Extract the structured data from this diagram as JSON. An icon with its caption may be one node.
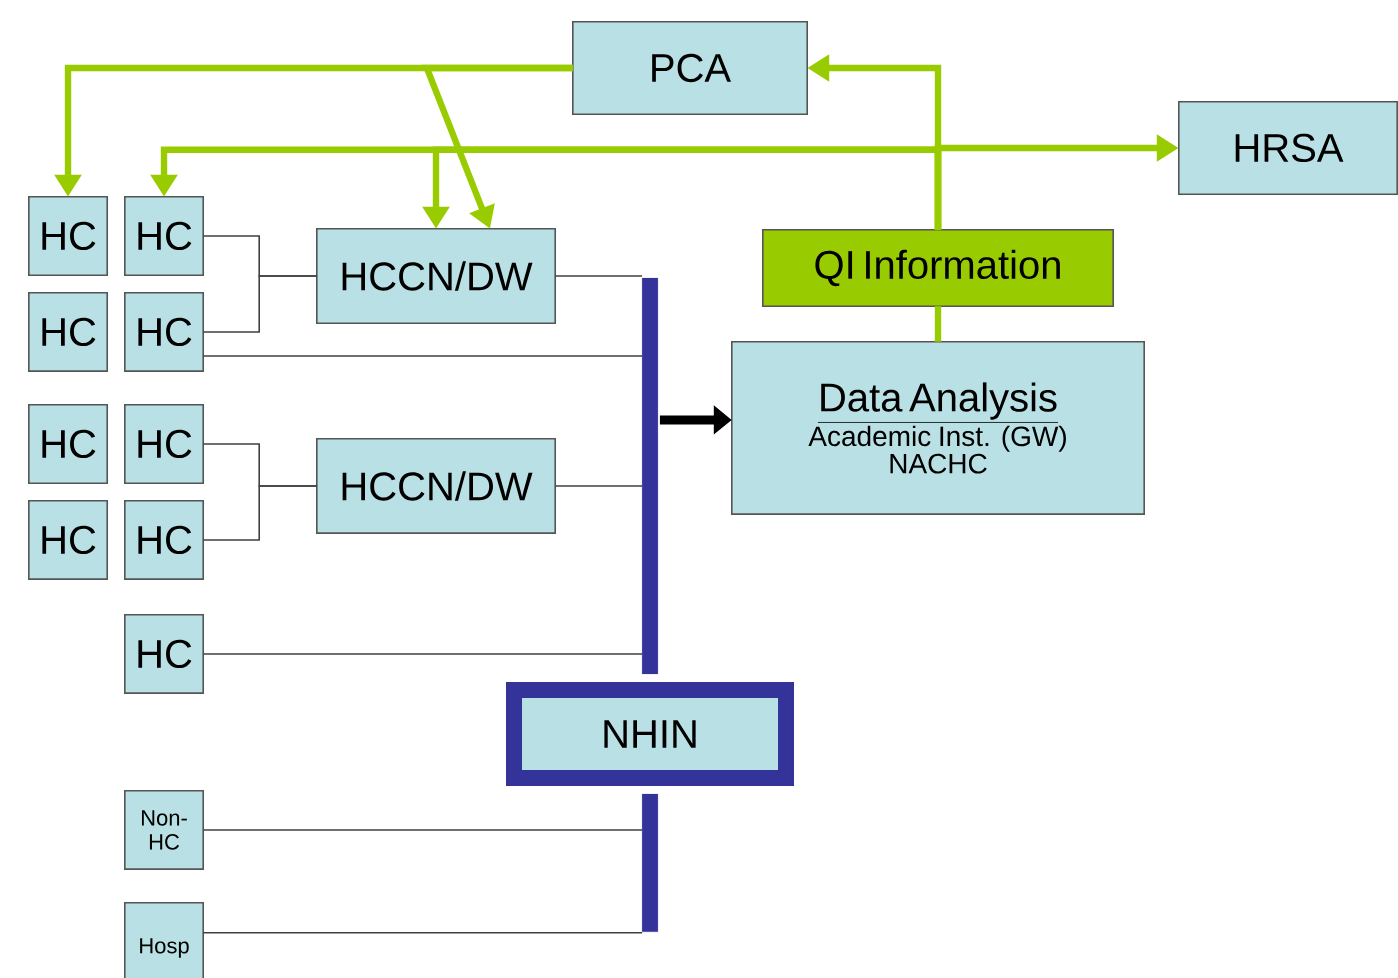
{
  "diagram": {
    "nodes": [
      {
        "text": [
          "PCA"
        ]
      },
      {
        "text": [
          "HRSA"
        ]
      },
      {
        "text": [
          "QI Information"
        ]
      },
      {
        "text": [
          "Data Analysis",
          "Academic Inst. (GW)",
          "NACHC"
        ]
      },
      {
        "text": [
          "HC"
        ]
      },
      {
        "text": [
          "HC"
        ]
      },
      {
        "text": [
          "HCCN/DW"
        ]
      },
      {
        "text": [
          "HC"
        ]
      },
      {
        "text": [
          "HC"
        ]
      },
      {
        "text": [
          "HC"
        ]
      },
      {
        "text": [
          "HC"
        ]
      },
      {
        "text": [
          "HCCN/DW"
        ]
      },
      {
        "text": [
          "HC"
        ]
      },
      {
        "text": [
          "HC"
        ]
      },
      {
        "text": [
          "HC"
        ]
      },
      {
        "text": [
          "NHIN"
        ]
      },
      {
        "text": [
          "Non-HC"
        ]
      },
      {
        "text": [
          "Hosp"
        ]
      },
      {
        "text": [],
        "shape": "bar"
      },
      {
        "text": [],
        "shape": "bar"
      }
    ],
    "edges": [
      {
        "from": 0,
        "to": 4,
        "arrow": "to",
        "style": "thick",
        "color": "#99cc00"
      },
      {
        "from": 0,
        "to": 6,
        "arrow": "to",
        "style": "thick",
        "color": "#99cc00"
      },
      {
        "from": 2,
        "to": 0,
        "arrow": "to",
        "style": "thick",
        "color": "#99cc00"
      },
      {
        "from": 2,
        "to": 1,
        "arrow": "to",
        "style": "thick",
        "color": "#99cc00"
      },
      {
        "from": 2,
        "to": 5,
        "arrow": "to",
        "style": "thick",
        "color": "#99cc00"
      },
      {
        "from": 2,
        "to": 6,
        "arrow": "to",
        "style": "thick",
        "color": "#99cc00"
      },
      {
        "from": 3,
        "to": 2,
        "arrow": "none",
        "style": "thick",
        "color": "#99cc00"
      },
      {
        "from": 5,
        "to": 6,
        "arrow": "none"
      },
      {
        "from": 8,
        "to": 6,
        "arrow": "none"
      },
      {
        "from": 6,
        "to": 18,
        "arrow": "none"
      },
      {
        "from": 8,
        "to": 18,
        "arrow": "none"
      },
      {
        "from": 10,
        "to": 11,
        "arrow": "none"
      },
      {
        "from": 13,
        "to": 11,
        "arrow": "none"
      },
      {
        "from": 11,
        "to": 18,
        "arrow": "none"
      },
      {
        "from": 14,
        "to": 18,
        "arrow": "none"
      },
      {
        "from": 16,
        "to": 19,
        "arrow": "none"
      },
      {
        "from": 17,
        "to": 19,
        "arrow": "none"
      },
      {
        "from": 18,
        "to": 3,
        "arrow": "to",
        "style": "thick",
        "color": "#000000"
      }
    ]
  }
}
